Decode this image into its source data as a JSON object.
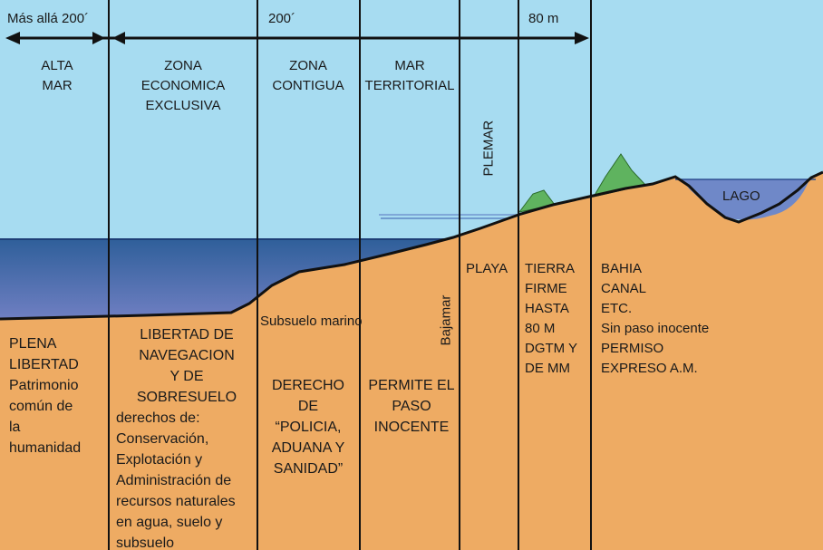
{
  "colors": {
    "sky": "#a7dcf1",
    "sea_top": "#2f5f9a",
    "sea_bottom": "#6f7fc2",
    "land": "#eeab63",
    "lake": "#6f88c8",
    "hill": "#5fb35f",
    "line": "#111111"
  },
  "top": {
    "beyond": "Más allá 200´",
    "span_200": "200´",
    "span_80": "80 m"
  },
  "zones": {
    "alta_mar": "ALTA\nMAR",
    "zee": "ZONA\nECONOMICA\nEXCLUSIVA",
    "contigua": "ZONA\nCONTIGUA",
    "territorial": "MAR\nTERRITORIAL",
    "plemar": "PLEMAR",
    "lago": "LAGO",
    "bajamar": "Bajamar",
    "subsuelo": "Subsuelo marino"
  },
  "notes": {
    "alta_mar": "PLENA\nLIBERTAD\nPatrimonio\ncomún de\nla\nhumanidad",
    "zee_title": "LIBERTAD DE\nNAVEGACION\nY DE\nSOBRESUELO",
    "zee_body": "derechos de:\nConservación,\nExplotación y\nAdministración de\nrecursos naturales\nen agua, suelo y\nsubsuelo",
    "contigua": "DERECHO\nDE\n“POLICIA,\nADUANA Y\nSANIDAD”",
    "territorial": "PERMITE EL\nPASO\nINOCENTE",
    "playa": "PLAYA",
    "tierra": "TIERRA\nFIRME\nHASTA\n80 M\nDGTM Y\nDE MM",
    "bahia": "BAHIA\nCANAL\nETC.\nSin paso inocente\nPERMISO\nEXPRESO  A.M."
  }
}
